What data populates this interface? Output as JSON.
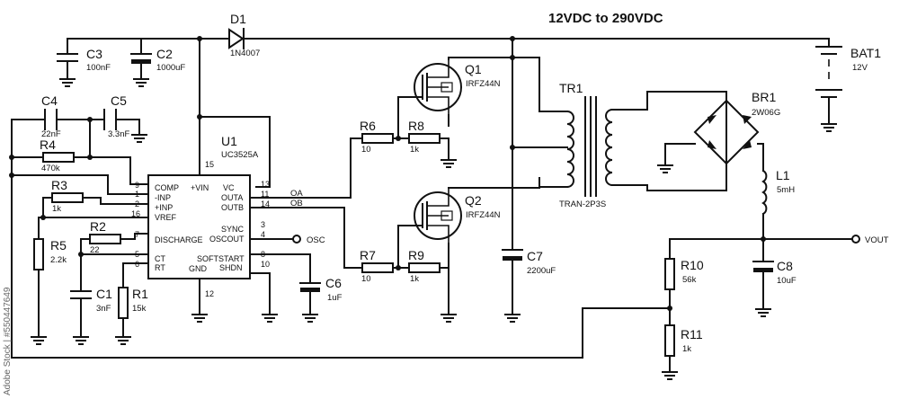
{
  "title": "12VDC to 290VDC",
  "watermark": "Adobe Stock | #550447649",
  "components": {
    "d1": {
      "ref": "D1",
      "value": "1N4007"
    },
    "c3": {
      "ref": "C3",
      "value": "100nF"
    },
    "c2": {
      "ref": "C2",
      "value": "1000uF"
    },
    "c4": {
      "ref": "C4",
      "value": "22nF"
    },
    "c5": {
      "ref": "C5",
      "value": "3.3nF"
    },
    "r4": {
      "ref": "R4",
      "value": "470k"
    },
    "r3": {
      "ref": "R3",
      "value": "1k"
    },
    "r2": {
      "ref": "R2",
      "value": "22"
    },
    "r5": {
      "ref": "R5",
      "value": "2.2k"
    },
    "c1": {
      "ref": "C1",
      "value": "3nF"
    },
    "r1": {
      "ref": "R1",
      "value": "15k"
    },
    "u1": {
      "ref": "U1",
      "value": "UC3525A"
    },
    "c6": {
      "ref": "C6",
      "value": "1uF"
    },
    "r6": {
      "ref": "R6",
      "value": "10"
    },
    "r8": {
      "ref": "R8",
      "value": "1k"
    },
    "r7": {
      "ref": "R7",
      "value": "10"
    },
    "r9": {
      "ref": "R9",
      "value": "1k"
    },
    "q1": {
      "ref": "Q1",
      "value": "IRFZ44N"
    },
    "q2": {
      "ref": "Q2",
      "value": "IRFZ44N"
    },
    "tr1": {
      "ref": "TR1",
      "value": "TRAN-2P3S"
    },
    "c7": {
      "ref": "C7",
      "value": "2200uF"
    },
    "br1": {
      "ref": "BR1",
      "value": "2W06G"
    },
    "l1": {
      "ref": "L1",
      "value": "5mH"
    },
    "c8": {
      "ref": "C8",
      "value": "10uF"
    },
    "r10": {
      "ref": "R10",
      "value": "56k"
    },
    "r11": {
      "ref": "R11",
      "value": "1k"
    },
    "bat1": {
      "ref": "BAT1",
      "value": "12V"
    }
  },
  "ic_pins": {
    "left": [
      {
        "num": "9",
        "name": "COMP"
      },
      {
        "num": "1",
        "name": "-INP"
      },
      {
        "num": "2",
        "name": "+INP"
      },
      {
        "num": "16",
        "name": "VREF"
      },
      {
        "num": "7",
        "name": "DISCHARGE"
      },
      {
        "num": "5",
        "name": "CT"
      },
      {
        "num": "6",
        "name": "RT"
      }
    ],
    "right": [
      {
        "num": "13",
        "name": "VC"
      },
      {
        "num": "11",
        "name": "OUTA"
      },
      {
        "num": "14",
        "name": "OUTB"
      },
      {
        "num": "3",
        "name": "SYNC"
      },
      {
        "num": "4",
        "name": "OSCOUT"
      },
      {
        "num": "8",
        "name": "SOFTSTART"
      },
      {
        "num": "10",
        "name": "SHDN"
      }
    ],
    "top": {
      "num": "15",
      "name": "+VIN"
    },
    "bottom": {
      "num": "12",
      "name": "GND"
    }
  },
  "nets": {
    "oa": "OA",
    "ob": "OB",
    "osc": "OSC",
    "vout": "VOUT"
  }
}
